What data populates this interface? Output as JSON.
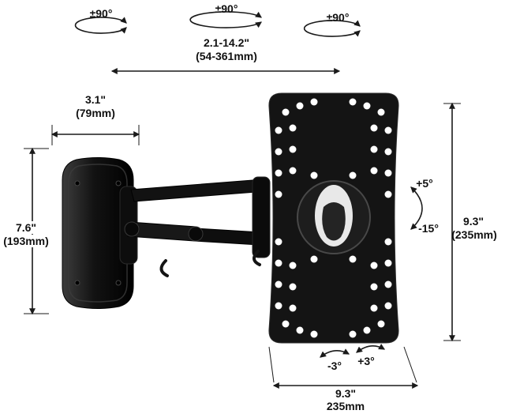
{
  "labels": {
    "swivel_left": "±90°",
    "swivel_center": "±90°",
    "swivel_right": "±90°",
    "extension_in": "2.1-14.2\"",
    "extension_mm": "(54-361mm)",
    "depth_in": "3.1\"",
    "depth_mm": "(79mm)",
    "wall_plate_height_in": "7.6\"",
    "wall_plate_height_mm": "(193mm)",
    "plate_height_in": "9.3\"",
    "plate_height_mm": "(235mm)",
    "tilt_up": "+5°",
    "tilt_down": "-15°",
    "swivel_fine_neg": "-3°",
    "swivel_fine_pos": "+3°",
    "plate_width_in": "9.3\"",
    "plate_width_mm": "235mm"
  },
  "colors": {
    "line": "#1a1a1a",
    "text": "#111111",
    "mount_black": "#141414",
    "hole_white": "#ffffff",
    "background": "#ffffff"
  }
}
